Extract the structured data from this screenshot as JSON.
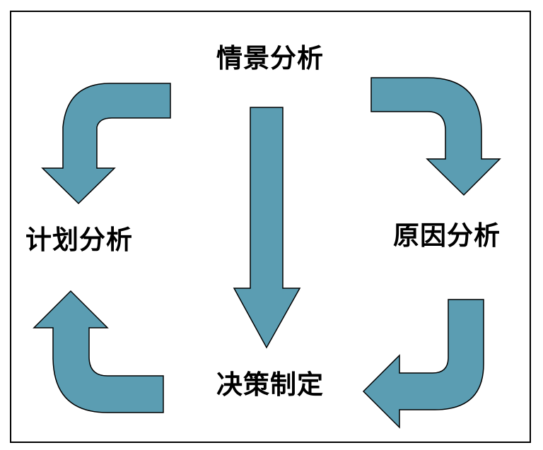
{
  "diagram": {
    "nodes": {
      "top": "情景分析",
      "right": "原因分析",
      "bottom": "决策制定",
      "left": "计划分析"
    },
    "colors": {
      "arrow_fill": "#5b9db2",
      "arrow_stroke": "#000000",
      "frame": "#000000"
    }
  }
}
